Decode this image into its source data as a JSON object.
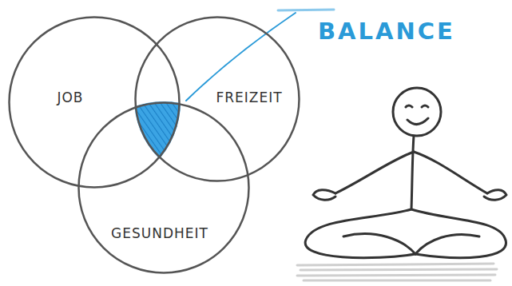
{
  "diagram": {
    "nodes": [
      {
        "text": [
          "JOB"
        ]
      },
      {
        "text": [
          "FREIZEIT"
        ]
      },
      {
        "text": [
          "GESUNDHEIT"
        ]
      }
    ],
    "labels": [
      "BALANCE"
    ]
  }
}
